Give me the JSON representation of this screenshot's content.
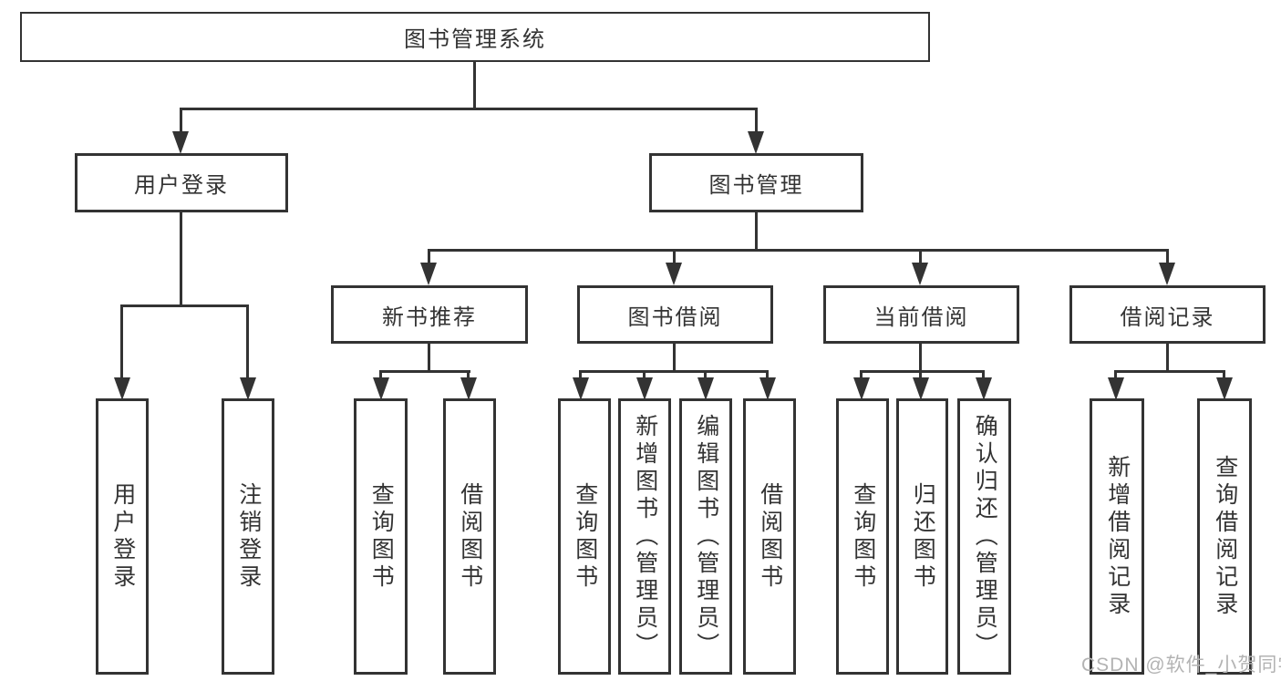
{
  "diagram": {
    "root": {
      "label": "图书管理系统"
    },
    "level1": [
      {
        "label": "用户登录",
        "children": [
          {
            "label": "用户登录"
          },
          {
            "label": "注销登录"
          }
        ]
      },
      {
        "label": "图书管理",
        "children": [
          {
            "label": "新书推荐",
            "children": [
              {
                "label": "查询图书"
              },
              {
                "label": "借阅图书"
              }
            ]
          },
          {
            "label": "图书借阅",
            "children": [
              {
                "label": "查询图书"
              },
              {
                "label": "新增图书（管理员）"
              },
              {
                "label": "编辑图书（管理员）"
              },
              {
                "label": "借阅图书"
              }
            ]
          },
          {
            "label": "当前借阅",
            "children": [
              {
                "label": "查询图书"
              },
              {
                "label": "归还图书"
              },
              {
                "label": "确认归还（管理员）"
              }
            ]
          },
          {
            "label": "借阅记录",
            "children": [
              {
                "label": "新增借阅记录"
              },
              {
                "label": "查询借阅记录"
              }
            ]
          }
        ]
      }
    ]
  },
  "watermark": {
    "text": "CSDN @软件_小贺同学"
  },
  "colors": {
    "line": "#333333",
    "text": "#333333",
    "watermark": "#b3b3b3",
    "background": "#ffffff"
  }
}
